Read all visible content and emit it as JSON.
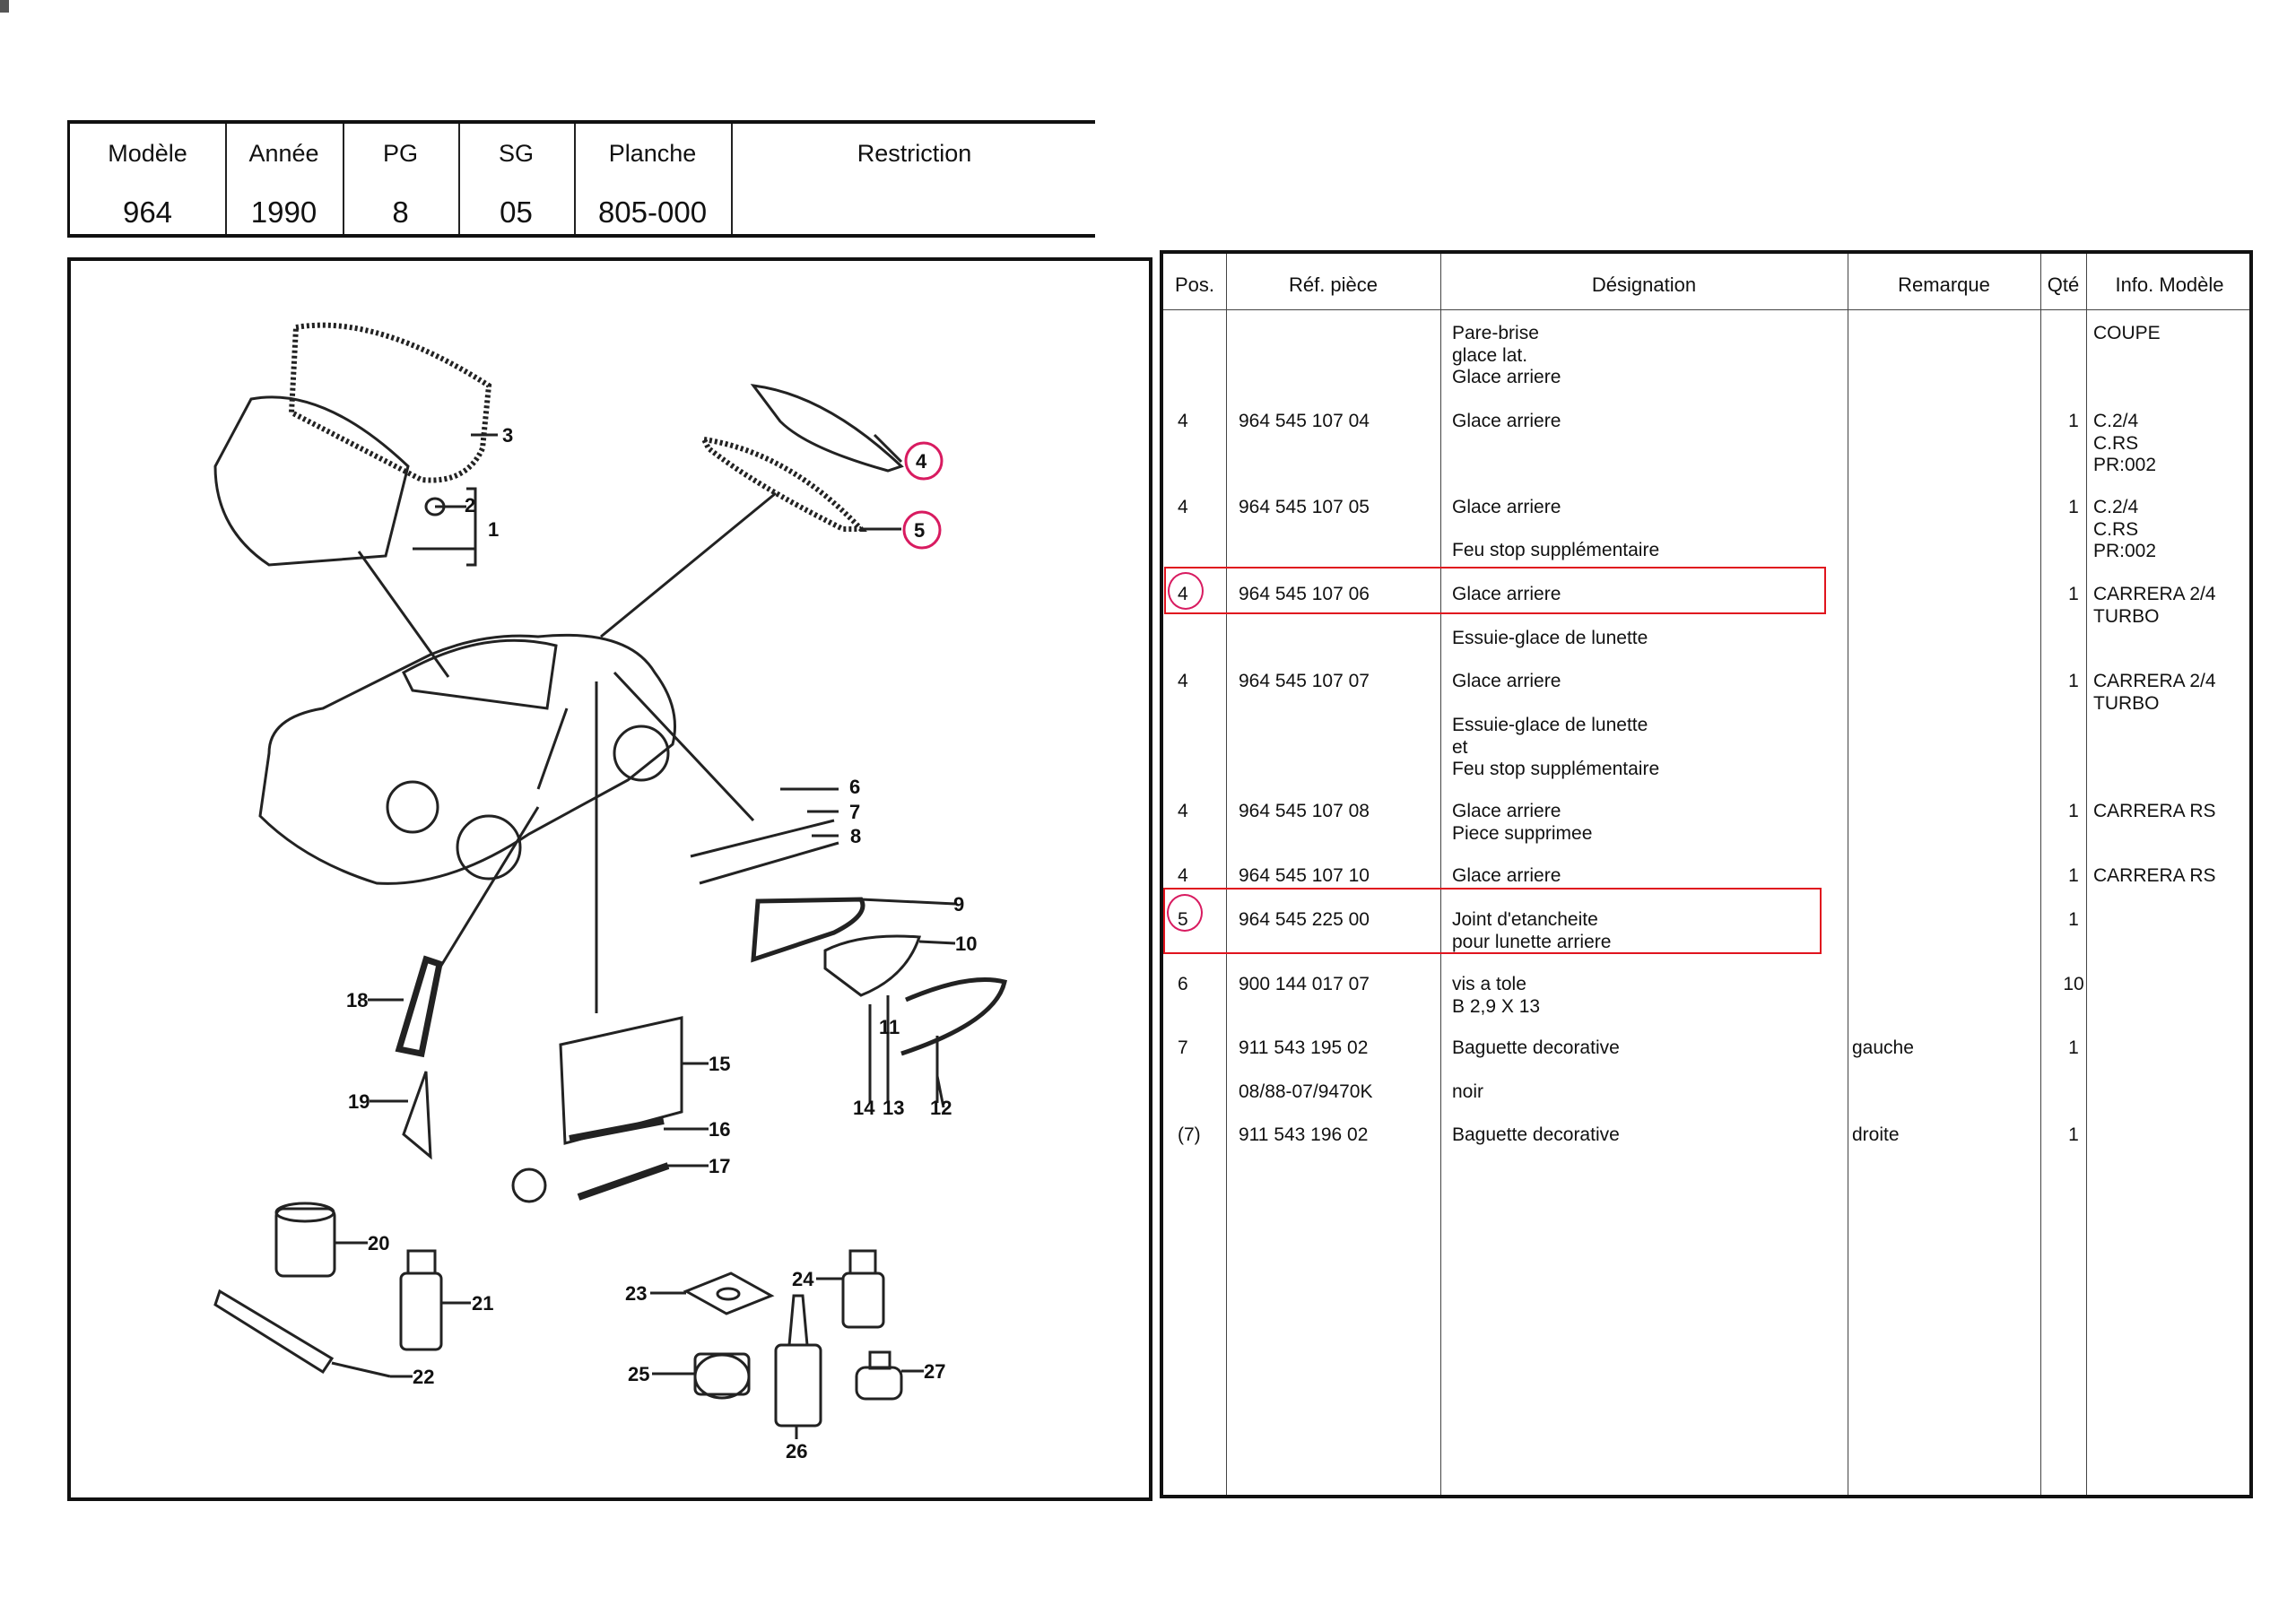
{
  "header": {
    "columns": [
      {
        "label": "Modèle",
        "value": "964"
      },
      {
        "label": "Année",
        "value": "1990"
      },
      {
        "label": "PG",
        "value": "8"
      },
      {
        "label": "SG",
        "value": "05"
      },
      {
        "label": "Planche",
        "value": "805-000"
      },
      {
        "label": "Restriction",
        "value": ""
      }
    ]
  },
  "parts_table": {
    "headers": [
      "Pos.",
      "Réf. pièce",
      "Désignation",
      "Remarque",
      "Qté",
      "Info. Modèle"
    ],
    "rows": [
      {
        "pos": "",
        "ref": "",
        "designation": "Pare-brise\nglace lat.\nGlace arriere",
        "remarque": "",
        "qty": "",
        "info": "COUPE"
      },
      {
        "pos": "4",
        "ref": "964 545 107 04",
        "designation": "Glace arriere",
        "remarque": "",
        "qty": "1",
        "info": "C.2/4\nC.RS\nPR:002"
      },
      {
        "pos": "4",
        "ref": "964 545 107 05",
        "designation": "Glace arriere",
        "remarque": "",
        "qty": "1",
        "info": "C.2/4\nC.RS\nPR:002"
      },
      {
        "pos": "",
        "ref": "",
        "designation": "Feu stop supplémentaire",
        "remarque": "",
        "qty": "",
        "info": ""
      },
      {
        "pos": "4",
        "ref": "964 545 107 06",
        "designation": "Glace arriere",
        "remarque": "",
        "qty": "1",
        "info": "CARRERA 2/4\nTURBO",
        "highlighted": true
      },
      {
        "pos": "",
        "ref": "",
        "designation": "Essuie-glace de lunette",
        "remarque": "",
        "qty": "",
        "info": ""
      },
      {
        "pos": "4",
        "ref": "964 545 107 07",
        "designation": "Glace arriere",
        "remarque": "",
        "qty": "1",
        "info": "CARRERA 2/4\nTURBO"
      },
      {
        "pos": "",
        "ref": "",
        "designation": "Essuie-glace de lunette\net\nFeu stop supplémentaire",
        "remarque": "",
        "qty": "",
        "info": ""
      },
      {
        "pos": "4",
        "ref": "964 545 107 08",
        "designation": "Glace arriere\nPiece supprimee",
        "remarque": "",
        "qty": "1",
        "info": "CARRERA RS"
      },
      {
        "pos": "4",
        "ref": "964 545 107 10",
        "designation": "Glace arriere",
        "remarque": "",
        "qty": "1",
        "info": "CARRERA RS"
      },
      {
        "pos": "5",
        "ref": "964 545 225 00",
        "designation": "Joint d'etancheite\npour lunette arriere",
        "remarque": "",
        "qty": "1",
        "info": "",
        "highlighted": true
      },
      {
        "pos": "6",
        "ref": "900 144 017 07",
        "designation": "vis a tole\nB 2,9 X 13",
        "remarque": "",
        "qty": "10",
        "info": ""
      },
      {
        "pos": "7",
        "ref": "911 543 195 02",
        "designation": "Baguette decorative",
        "remarque": "gauche",
        "qty": "1",
        "info": ""
      },
      {
        "pos": "",
        "ref": "08/88-07/9470K",
        "designation": "noir",
        "remarque": "",
        "qty": "",
        "info": ""
      },
      {
        "pos": "(7)",
        "ref": "911 543 196 02",
        "designation": "Baguette decorative",
        "remarque": "droite",
        "qty": "1",
        "info": ""
      }
    ]
  },
  "diagram": {
    "callouts": [
      "1",
      "2",
      "3",
      "4",
      "5",
      "6",
      "7",
      "8",
      "9",
      "10",
      "11",
      "12",
      "13",
      "14",
      "15",
      "16",
      "17",
      "18",
      "19",
      "20",
      "21",
      "22",
      "23",
      "24",
      "25",
      "26",
      "27"
    ],
    "circled_callouts": [
      "4",
      "5"
    ]
  },
  "colors": {
    "highlight_box": "#e0141e",
    "circle_mark": "#d81b60"
  }
}
